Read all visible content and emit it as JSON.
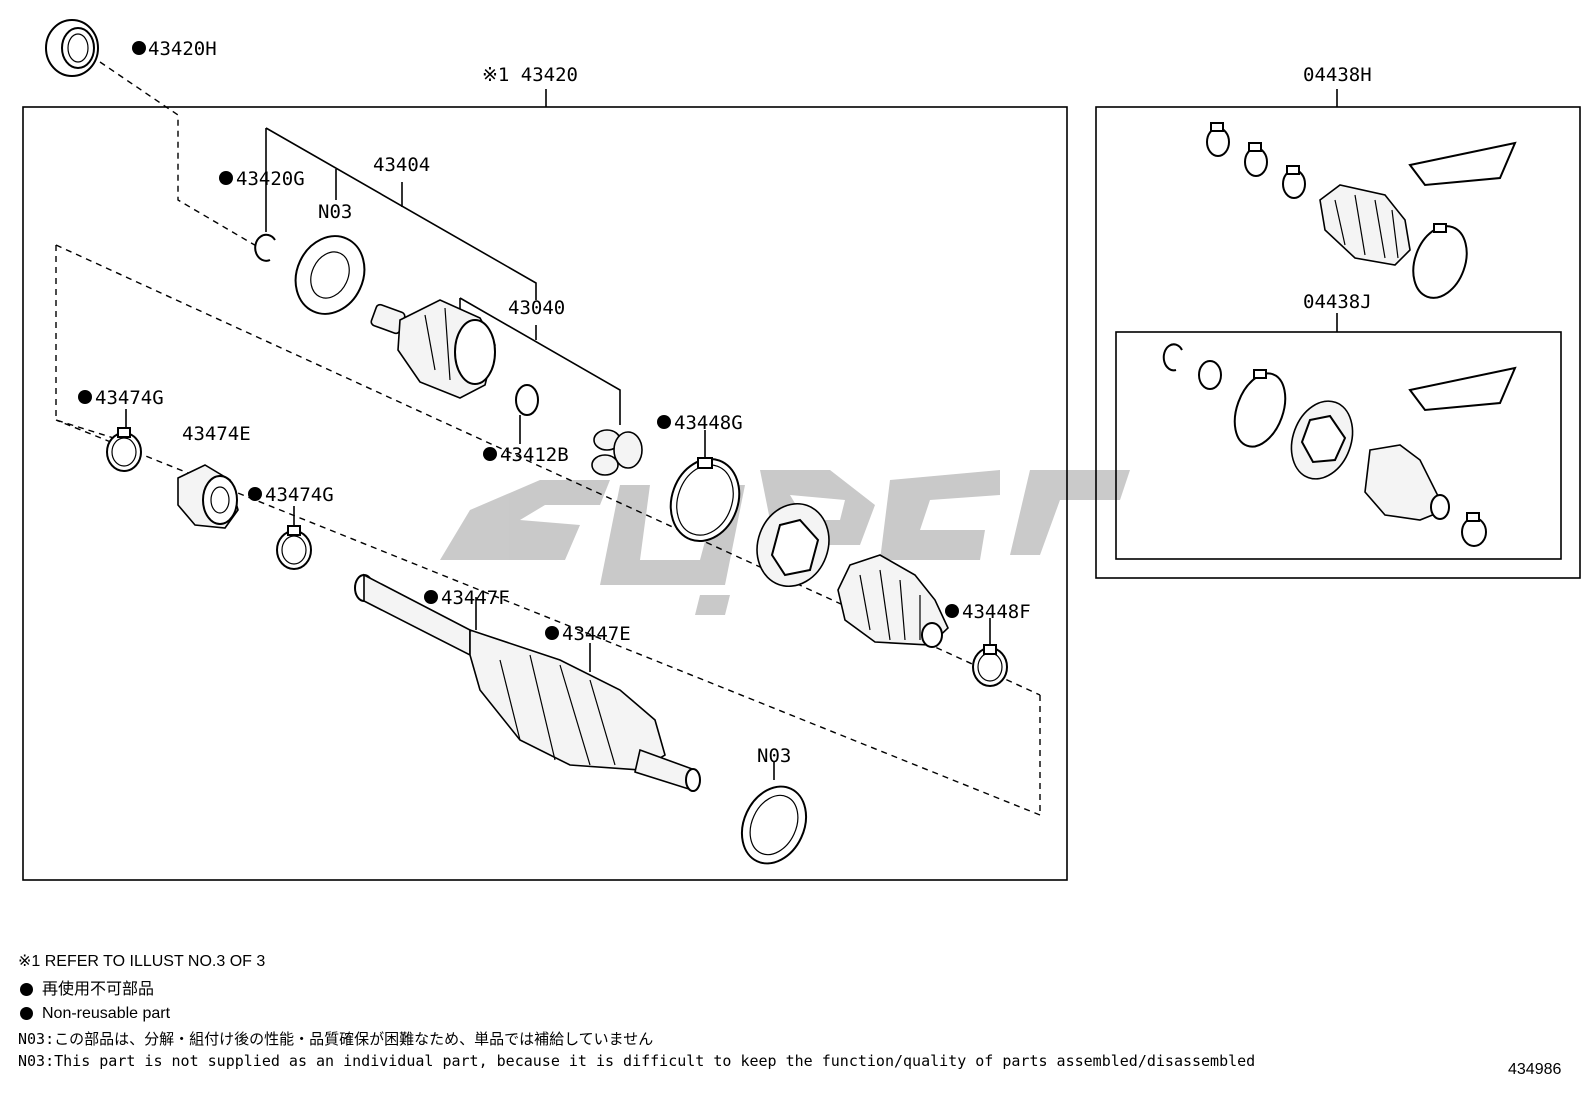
{
  "watermark": {
    "color": "#c4c4c4"
  },
  "labels": {
    "p43420H": "43420H",
    "p43420": "※1 43420",
    "p43404": "43404",
    "p43420G": "43420G",
    "pN03_top": "N03",
    "p43040": "43040",
    "p43474G_a": "43474G",
    "p43474E": "43474E",
    "p43474G_b": "43474G",
    "p43412B": "43412B",
    "p43448G": "43448G",
    "p43447F": "43447F",
    "p43447E": "43447E",
    "p43448F": "43448F",
    "pN03_bottom": "N03",
    "p04438H": "04438H",
    "p04438J": "04438J"
  },
  "notes": {
    "refer": "※1 REFER TO ILLUST NO.3 OF 3",
    "nonreusable_jp": "再使用不可部品",
    "nonreusable_en": "Non-reusable part",
    "n03_jp": "N03:この部品は、分解・組付け後の性能・品質確保が困難なため、単品では補給していません",
    "n03_en": "N03:This part is not supplied as an individual part, because it is difficult to keep the function/quality of parts assembled/disassembled"
  },
  "illustration_number": "434986"
}
